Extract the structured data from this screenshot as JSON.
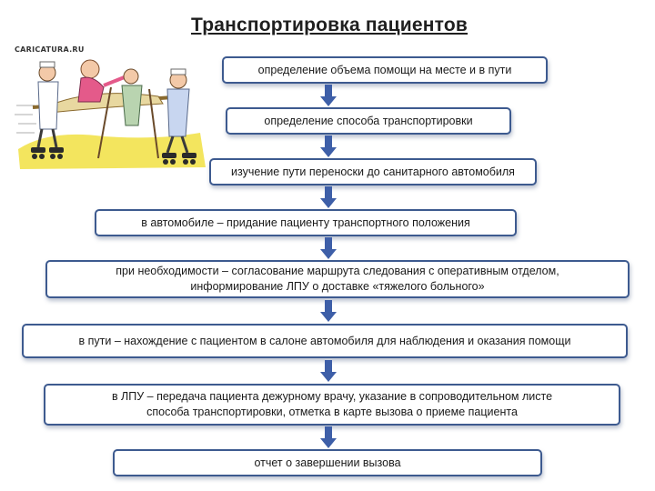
{
  "title": "Транспортировка пациентов",
  "logo_text": "CARICATURA.RU",
  "colors": {
    "box_border": "#3d5a8f",
    "arrow_fill": "#3e5fa8",
    "title_text": "#1f1f1f"
  },
  "steps": [
    {
      "lines": [
        "определение объема помощи на месте и в пути"
      ]
    },
    {
      "lines": [
        "определение способа транспортировки"
      ]
    },
    {
      "lines": [
        "изучение пути переноски до санитарного автомобиля"
      ]
    },
    {
      "lines": [
        "в автомобиле – придание пациенту транспортного положения"
      ]
    },
    {
      "lines": [
        "при необходимости – согласование маршрута следования с оперативным отделом,",
        "информирование ЛПУ о доставке «тяжелого больного»"
      ]
    },
    {
      "lines": [
        "в пути – нахождение с пациентом в салоне автомобиля для  наблюдения и оказания помощи"
      ]
    },
    {
      "lines": [
        "в ЛПУ – передача пациента дежурному врачу,  указание в сопроводительном листе",
        "способа транспортировки, отметка в карте вызова о приеме пациента"
      ]
    },
    {
      "lines": [
        "отчет о завершении вызова"
      ]
    }
  ],
  "icons": {
    "flow_arrow": "down-arrow-icon",
    "illustration": "stretcher-on-rollerskates-cartoon"
  }
}
